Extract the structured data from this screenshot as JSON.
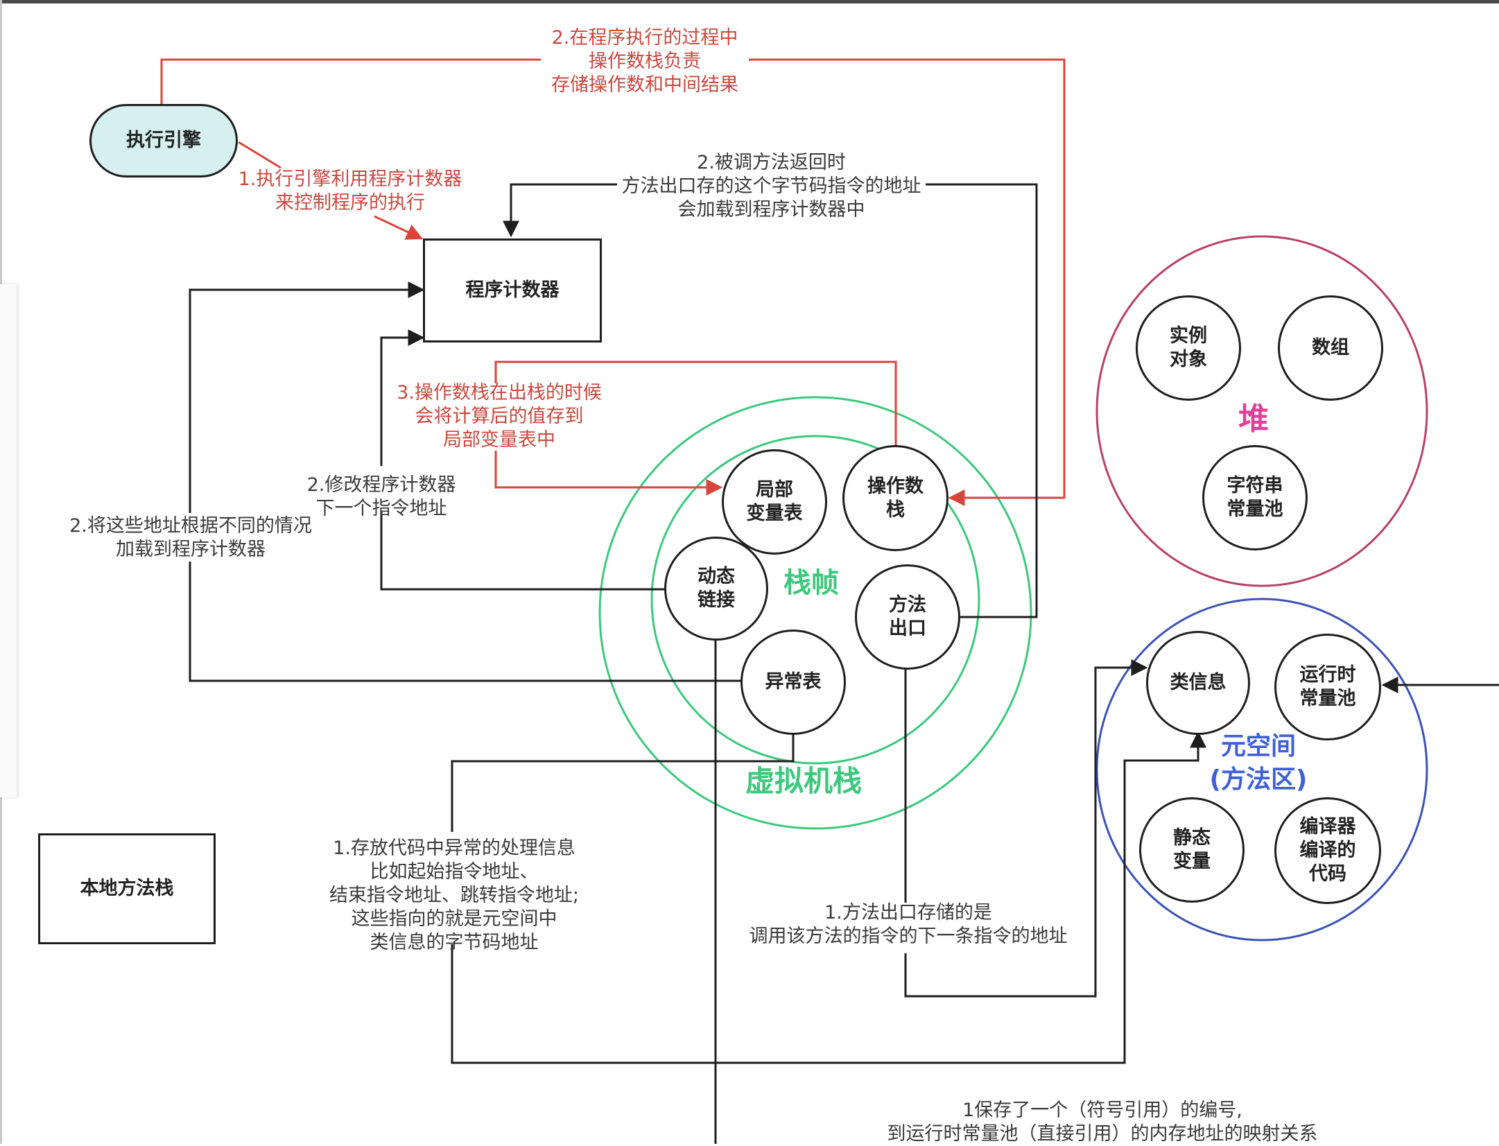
{
  "colors": {
    "red_line": "#d9453a",
    "black_line": "#1e1e1e",
    "green_ring": "#3cc87d",
    "heap_ring": "#b8406a",
    "metaspace_ring": "#3a52b5",
    "heap_title": "#e0409a",
    "metaspace_title": "#3f5fd8",
    "frame_title": "#3cc87d",
    "engine_fill": "#d6f0f0"
  },
  "nodes": {
    "execution_engine": "执行引擎",
    "program_counter": "程序计数器",
    "native_method_stack": "本地方法栈",
    "local_variables": [
      "局部",
      "变量表"
    ],
    "operand_stack": [
      "操作数",
      "栈"
    ],
    "dynamic_linking": [
      "动态",
      "链接"
    ],
    "method_exit": [
      "方法",
      "出口"
    ],
    "exception_table": "异常表",
    "instance_objects": [
      "实例",
      "对象"
    ],
    "array": "数组",
    "string_pool": [
      "字符串",
      "常量池"
    ],
    "class_info": "类信息",
    "runtime_constant_pool": [
      "运行时",
      "常量池"
    ],
    "static_variables": [
      "静态",
      "变量"
    ],
    "jit_code": [
      "编译器",
      "编译的",
      "代码"
    ]
  },
  "regions": {
    "stack_frame": "栈帧",
    "vm_stack": "虚拟机栈",
    "heap": "堆",
    "metaspace": [
      "元空间",
      "(方法区)"
    ]
  },
  "labels": {
    "operand_stack_role": [
      "2.在程序执行的过程中",
      "操作数栈负责",
      "存储操作数和中间结果"
    ],
    "engine_uses_pc": [
      "1.执行引擎利用程序计数器",
      "来控制程序的执行"
    ],
    "return_address": [
      "2.被调方法返回时",
      "方法出口存的这个字节码指令的地址",
      "会加载到程序计数器中"
    ],
    "store_to_locals": [
      "3.操作数栈在出栈的时候",
      "会将计算后的值存到",
      "局部变量表中"
    ],
    "modify_pc": [
      "2.修改程序计数器",
      "下一个指令地址"
    ],
    "load_addresses": [
      "2.将这些地址根据不同的情况",
      "加载到程序计数器"
    ],
    "exception_info": [
      "1.存放代码中异常的处理信息",
      "比如起始指令地址、",
      "结束指令地址、跳转指令地址;",
      "这些指向的就是元空间中",
      "类信息的字节码地址"
    ],
    "method_exit_info": [
      "1.方法出口存储的是",
      "调用该方法的指令的下一条指令的地址"
    ],
    "symbol_reference": [
      "1保存了一个（符号引用）的编号,",
      "到运行时常量池（直接引用）的内存地址的映射关系"
    ]
  }
}
